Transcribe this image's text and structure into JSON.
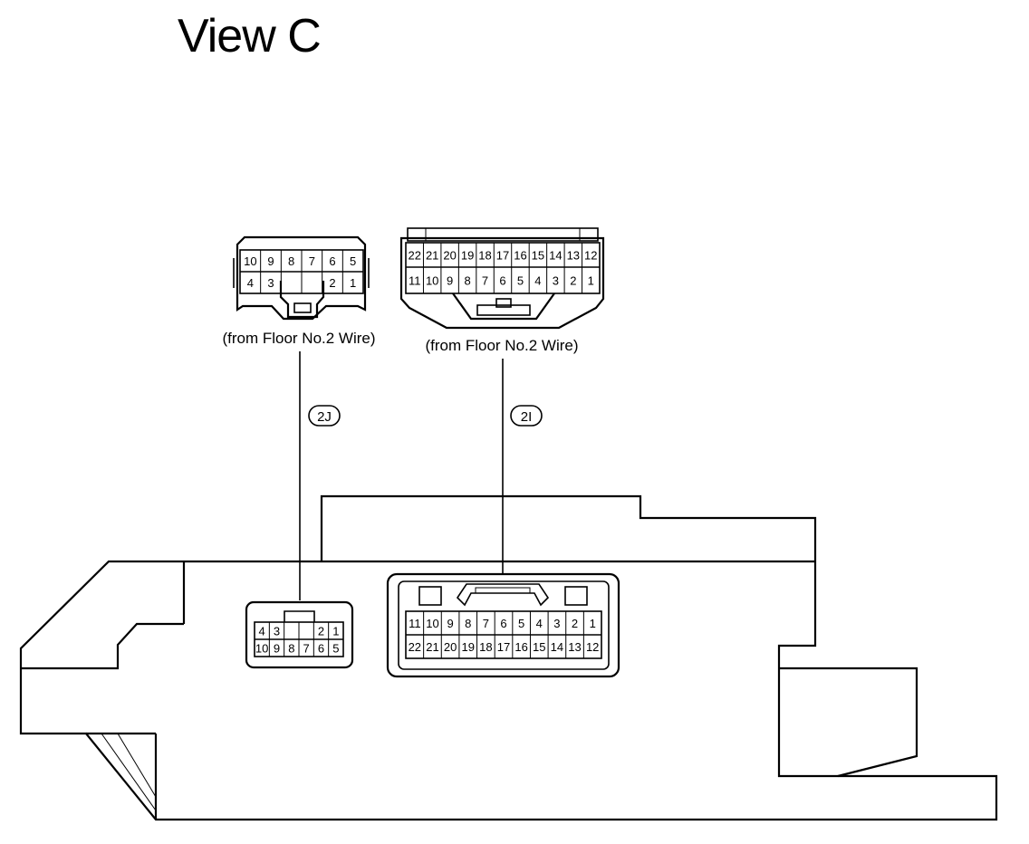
{
  "title": "View C",
  "connectors": {
    "c2j": {
      "code": "2J",
      "source_label": "(from Floor No.2 Wire)",
      "top_row": [
        "10",
        "9",
        "8",
        "7",
        "6",
        "5"
      ],
      "bottom_row": [
        "4",
        "3",
        "",
        "",
        "2",
        "1"
      ],
      "mate_top_row": [
        "4",
        "3",
        "",
        "",
        "2",
        "1"
      ],
      "mate_bottom_row": [
        "10",
        "9",
        "8",
        "7",
        "6",
        "5"
      ]
    },
    "c2i": {
      "code": "2I",
      "source_label": "(from Floor No.2 Wire)",
      "top_row": [
        "22",
        "21",
        "20",
        "19",
        "18",
        "17",
        "16",
        "15",
        "14",
        "13",
        "12"
      ],
      "bottom_row": [
        "11",
        "10",
        "9",
        "8",
        "7",
        "6",
        "5",
        "4",
        "3",
        "2",
        "1"
      ],
      "mate_top_row": [
        "11",
        "10",
        "9",
        "8",
        "7",
        "6",
        "5",
        "4",
        "3",
        "2",
        "1"
      ],
      "mate_bottom_row": [
        "22",
        "21",
        "20",
        "19",
        "18",
        "17",
        "16",
        "15",
        "14",
        "13",
        "12"
      ]
    }
  }
}
